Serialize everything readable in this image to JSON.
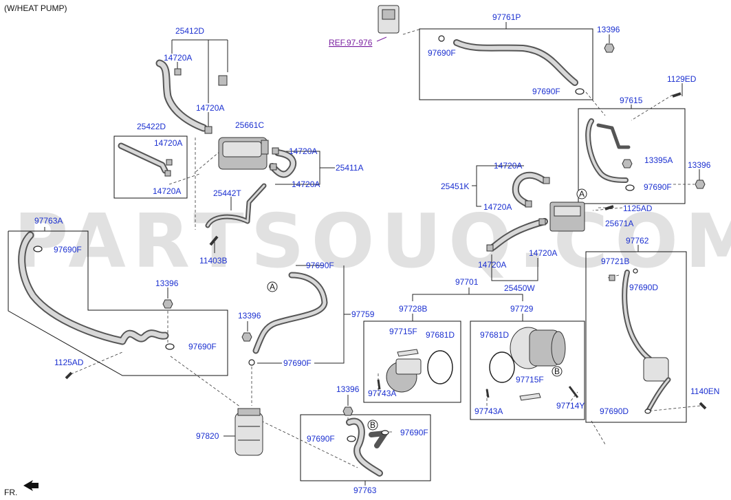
{
  "header": {
    "title": "(W/HEAT PUMP)"
  },
  "footer": {
    "front_label": "FR."
  },
  "reference": {
    "label": "REF.97-976"
  },
  "watermark": {
    "text": "PARTSOUQ.COM"
  },
  "circle_markers": [
    "A",
    "A",
    "B",
    "B"
  ],
  "labels": [
    "25412D",
    "14720A",
    "14720A",
    "25422D",
    "14720A",
    "14720A",
    "25661C",
    "14720A",
    "14720A",
    "25411A",
    "25442T",
    "11403B",
    "97763A",
    "97690F",
    "13396",
    "97690F",
    "1125AD",
    "97690F",
    "13396",
    "97759",
    "97690F",
    "97820",
    "13396",
    "97690F",
    "97690F",
    "97763",
    "97761P",
    "97690F",
    "97690F",
    "13396",
    "1129ED",
    "97615",
    "13395A",
    "13396",
    "97690F",
    "14720A",
    "25451K",
    "14720A",
    "1125AD",
    "25671A",
    "14720A",
    "14720A",
    "25450W",
    "97701",
    "97728B",
    "97715F",
    "97681D",
    "97743A",
    "97729",
    "97681D",
    "97715F",
    "97743A",
    "97714Y",
    "97762",
    "97721B",
    "97690D",
    "1140EN",
    "97690D"
  ]
}
